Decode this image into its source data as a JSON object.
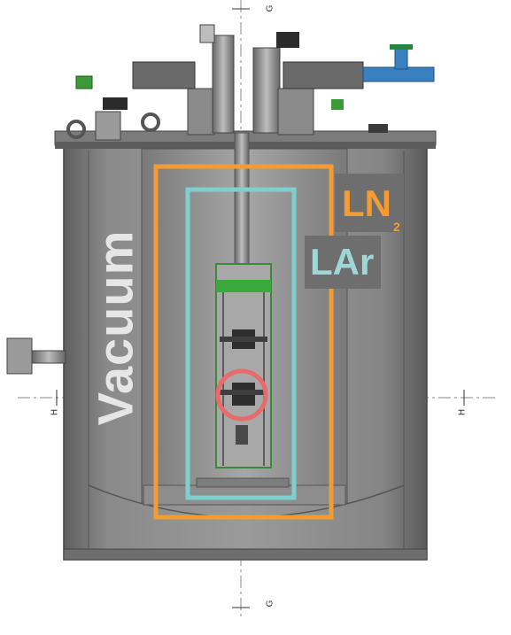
{
  "labels": {
    "vacuum": "Vacuum",
    "ln2_main": "LN",
    "ln2_sub": "2",
    "lar": "LAr"
  },
  "section_markers": {
    "g_top": "G",
    "g_bottom": "G",
    "h_left": "H",
    "h_right": "H"
  },
  "colors": {
    "ln2_outline": "#f39c33",
    "lar_outline": "#7fcfcf",
    "highlight_circle": "#e86a6a",
    "vacuum_text": "#e6e6e6",
    "label_box": "#6e6e6e"
  }
}
